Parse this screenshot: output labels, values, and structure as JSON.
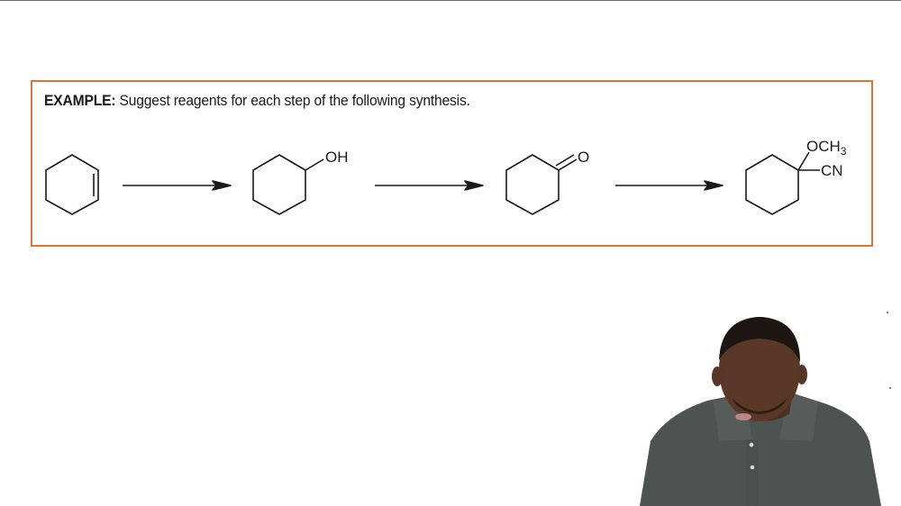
{
  "example": {
    "label": "EXAMPLE:",
    "prompt": "Suggest reagents for each step of the following synthesis."
  },
  "scheme": {
    "molecules": [
      {
        "name": "cyclohexene",
        "labels": []
      },
      {
        "name": "cyclohexanol",
        "labels": [
          "OH"
        ]
      },
      {
        "name": "cyclohexanone",
        "labels": [
          "O"
        ]
      },
      {
        "name": "1-methoxycyclohexanecarbonitrile",
        "labels": [
          "OCH3",
          "CN"
        ]
      }
    ],
    "arrows": 3,
    "substituent_oh": "OH",
    "substituent_o": "O",
    "substituent_och": "OCH",
    "substituent_och_sub": "3",
    "substituent_cn": "CN"
  },
  "colors": {
    "box_border": "#d9773a",
    "ink": "#1a1a1a",
    "shirt": "#4d5351"
  },
  "presenter": {
    "description": "Instructor video overlay, bottom right"
  }
}
